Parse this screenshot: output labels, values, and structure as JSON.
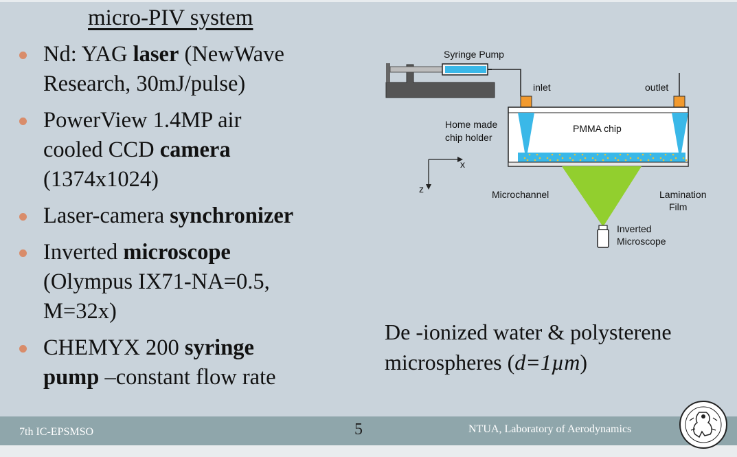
{
  "slide": {
    "title": "micro-PIV system",
    "bullets": [
      {
        "lines": [
          [
            {
              "t": "Nd: YAG "
            },
            {
              "t": "laser",
              "b": true
            },
            {
              "t": " (NewWave"
            }
          ],
          [
            {
              "t": "Research, 30mJ/pulse)"
            }
          ]
        ]
      },
      {
        "lines": [
          [
            {
              "t": "PowerView 1.4MP air"
            }
          ],
          [
            {
              "t": "cooled CCD "
            },
            {
              "t": "camera",
              "b": true
            }
          ],
          [
            {
              "t": "(1374x1024)"
            }
          ]
        ]
      },
      {
        "lines": [
          [
            {
              "t": "Laser-camera "
            },
            {
              "t": "synchronizer",
              "b": true
            }
          ]
        ]
      },
      {
        "lines": [
          [
            {
              "t": "Inverted "
            },
            {
              "t": "microscope",
              "b": true
            }
          ],
          [
            {
              "t": "(Olympus IX71-NA=0.5,"
            }
          ],
          [
            {
              "t": "M=32x)"
            }
          ]
        ]
      },
      {
        "lines": [
          [
            {
              "t": "CHEMYX 200 "
            },
            {
              "t": "syringe",
              "b": true
            }
          ],
          [
            {
              "t": "pump",
              "b": true
            },
            {
              "t": " –constant flow rate"
            }
          ]
        ]
      }
    ],
    "note_line1": "De -ionized water & polysterene",
    "note_line2_prefix": "microspheres (",
    "note_line2_italic": "d=1µm",
    "note_line2_suffix": ")"
  },
  "diagram": {
    "syringe_pump": "Syringe Pump",
    "inlet": "inlet",
    "outlet": "outlet",
    "holder_line1": "Home made",
    "holder_line2": "chip holder",
    "chip": "PMMA chip",
    "axis_x": "x",
    "axis_z": "z",
    "microchannel": "Microchannel",
    "lamination_line1": "Lamination",
    "lamination_line2": "Film",
    "microscope_line1": "Inverted",
    "microscope_line2": "Microscope",
    "colors": {
      "fluid": "#3ab8e8",
      "light_cone": "#92cf2e",
      "port": "#f29a2e",
      "particle": "#e6c23a"
    }
  },
  "footer": {
    "conference": "7th IC-EPSMSO",
    "page_number": "5",
    "lab": "NTUA, Laboratory of Aerodynamics"
  }
}
